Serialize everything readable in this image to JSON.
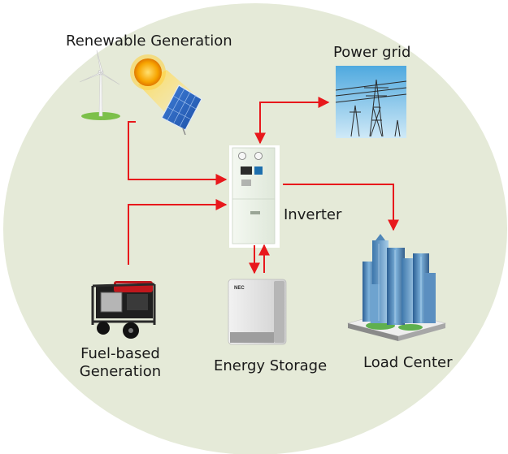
{
  "nodes": {
    "renewable": {
      "label": "Renewable Generation"
    },
    "grid": {
      "label": "Power grid"
    },
    "inverter": {
      "label": "Inverter"
    },
    "fuel": {
      "label_line1": "Fuel-based",
      "label_line2": "Generation"
    },
    "storage": {
      "label": "Energy Storage",
      "brand": "NEC"
    },
    "load": {
      "label": "Load Center"
    }
  },
  "colors": {
    "background_circle": "#e5ead8",
    "arrow": "#e8181c",
    "inverter_body": "#ecf2e8",
    "storage_body": "#e6e6e6",
    "generator_frame": "#2a2a2a",
    "generator_accent": "#c0171c",
    "building_blue": "#4f86b8"
  },
  "icons": [
    "wind-turbine-icon",
    "sun-icon",
    "solar-panel-icon",
    "transmission-tower-icon",
    "inverter-cabinet-icon",
    "generator-icon",
    "battery-storage-icon",
    "city-buildings-icon"
  ]
}
